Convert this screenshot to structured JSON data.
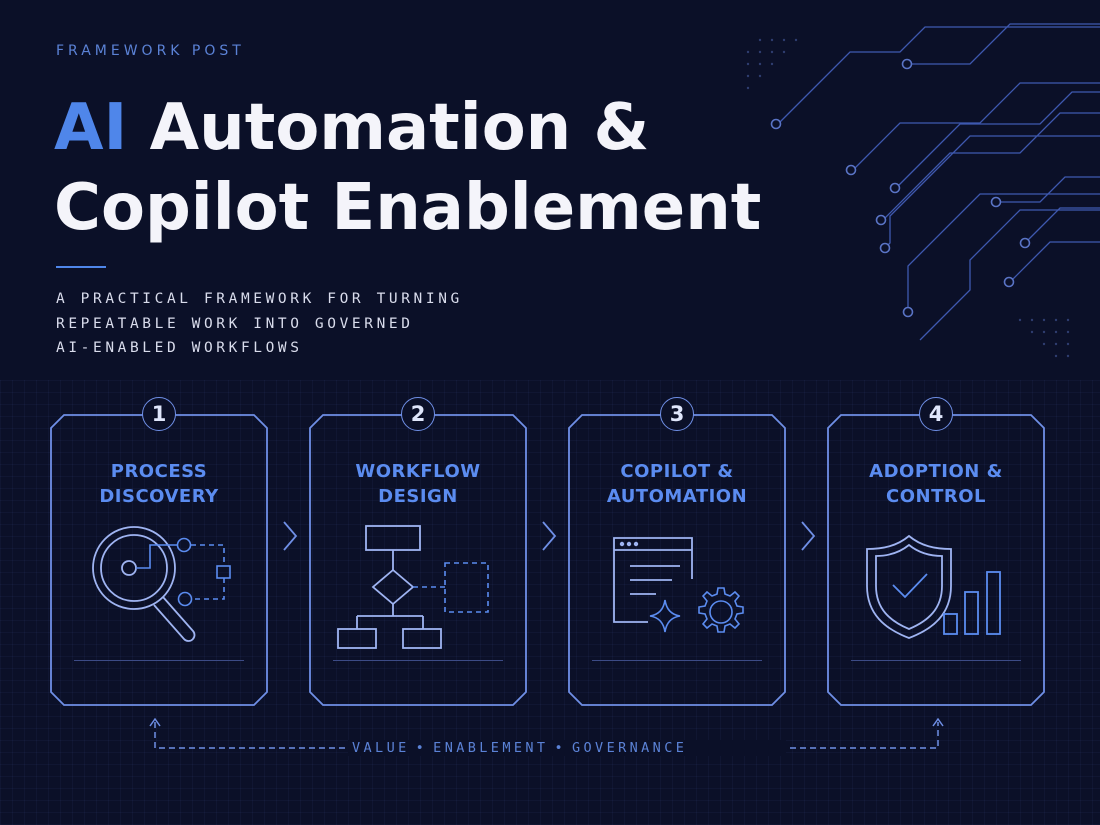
{
  "header": {
    "eyebrow": "FRAMEWORK POST",
    "title_accent": "AI",
    "title_line1_rest": " Automation &",
    "title_line2": "Copilot Enablement",
    "subtitle_line1": "A PRACTICAL FRAMEWORK FOR TURNING",
    "subtitle_line2": "REPEATABLE WORK INTO GOVERNED",
    "subtitle_line3": "AI-ENABLED WORKFLOWS"
  },
  "steps": [
    {
      "number": "1",
      "title_line1": "PROCESS",
      "title_line2": "DISCOVERY",
      "icon": "magnifier-process-icon"
    },
    {
      "number": "2",
      "title_line1": "WORKFLOW",
      "title_line2": "DESIGN",
      "icon": "flowchart-icon"
    },
    {
      "number": "3",
      "title_line1": "COPILOT &",
      "title_line2": "AUTOMATION",
      "icon": "browser-sparkle-gear-icon"
    },
    {
      "number": "4",
      "title_line1": "ADOPTION &",
      "title_line2": "CONTROL",
      "icon": "shield-check-bars-icon"
    }
  ],
  "loop": {
    "item1": "VALUE",
    "item2": "ENABLEMENT",
    "item3": "GOVERNANCE",
    "separator": "•"
  },
  "colors": {
    "background": "#0b1028",
    "accent": "#4f86ea",
    "outline": "#6f8fe6",
    "title_text": "#f4f4fa"
  }
}
